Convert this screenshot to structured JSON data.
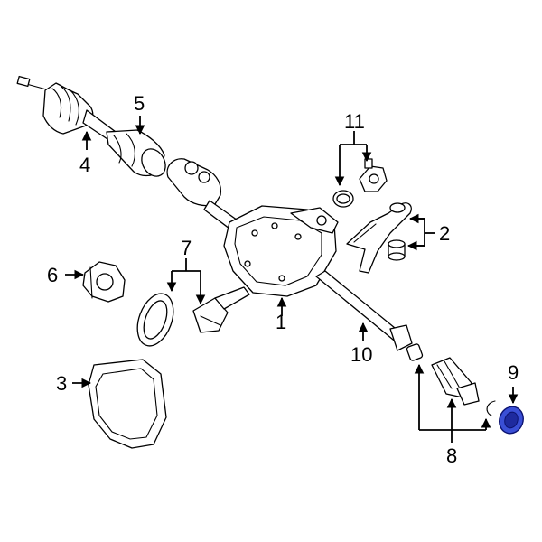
{
  "diagram": {
    "callouts": [
      {
        "id": "c1",
        "label": "1"
      },
      {
        "id": "c2",
        "label": "2"
      },
      {
        "id": "c3",
        "label": "3"
      },
      {
        "id": "c4",
        "label": "4"
      },
      {
        "id": "c5",
        "label": "5"
      },
      {
        "id": "c6",
        "label": "6"
      },
      {
        "id": "c7",
        "label": "7"
      },
      {
        "id": "c8",
        "label": "8"
      },
      {
        "id": "c9",
        "label": "9"
      },
      {
        "id": "c10",
        "label": "10"
      },
      {
        "id": "c11",
        "label": "11"
      }
    ],
    "colors": {
      "line": "#000000",
      "background": "#ffffff",
      "highlight": "#3a4fd6"
    }
  }
}
